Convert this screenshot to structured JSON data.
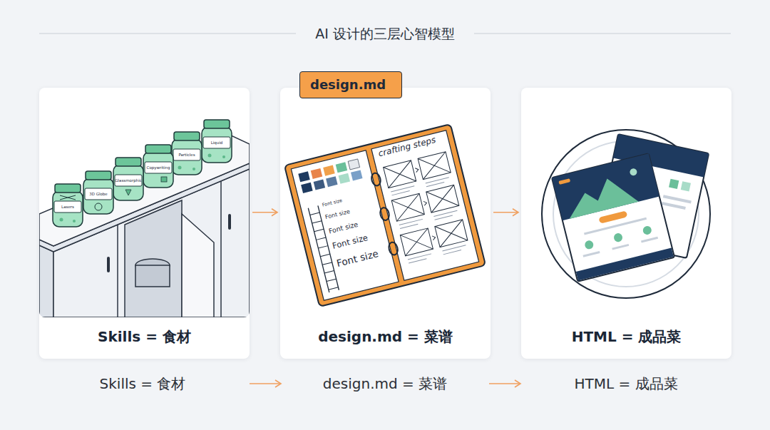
{
  "diagram": {
    "title": "AI 设计的三层心智模型",
    "nodes": [
      {
        "text": [
          "Skills = 食材"
        ]
      },
      {
        "text": [
          "design.md",
          "design.md = 菜谱"
        ]
      },
      {
        "text": [
          "HTML = 成品菜"
        ]
      }
    ],
    "edges": [
      {
        "from": 0,
        "to": 1,
        "arrow": "to"
      },
      {
        "from": 1,
        "to": 2,
        "arrow": "to"
      }
    ],
    "labels": [
      "Lasers",
      "3D Globe",
      "Glassmorphic",
      "Copywriting",
      "Particles",
      "Liquid",
      "crafting steps",
      "Font size",
      "Font size",
      "Font size",
      "Font size",
      "Font size",
      "Skills = 食材",
      "design.md = 菜谱",
      "HTML = 成品菜"
    ]
  }
}
